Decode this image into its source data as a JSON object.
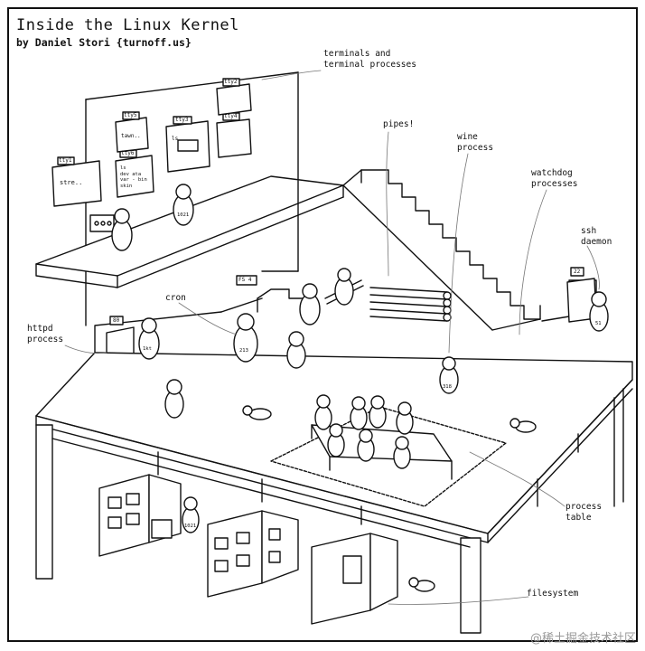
{
  "title": "Inside the Linux Kernel",
  "byline": "by Daniel Stori {turnoff.us}",
  "labels": {
    "terminals": [
      "terminals and",
      "terminal processes"
    ],
    "pipes": "pipes!",
    "wine": [
      "wine",
      "process"
    ],
    "watchdog": [
      "watchdog",
      "processes"
    ],
    "ssh": [
      "ssh",
      "daemon"
    ],
    "cron": "cron",
    "httpd": [
      "httpd",
      "process"
    ],
    "process_table": [
      "process",
      "table"
    ],
    "filesystem": "filesystem"
  },
  "signs": {
    "tty1": "tty1",
    "tty2": "tty2",
    "tty3": "tty3",
    "tty4": "tty4",
    "tty5": "tty5",
    "tty6": "tty6",
    "fs": "FS 4",
    "port80": "80",
    "port22": "22"
  },
  "screen_text": {
    "tty1": "stre..",
    "tty3": "ls",
    "tty5": "tawn..",
    "tty6_lines": [
      "ls",
      "dev ata",
      "var - bin",
      "skin"
    ]
  },
  "badges": {
    "httpd": "1kt",
    "cron": "213",
    "ssh": "51",
    "wine": "318",
    "tty_worker": "1021",
    "fs_worker": "1021"
  },
  "watermark": "@稀土掘金技术社区"
}
